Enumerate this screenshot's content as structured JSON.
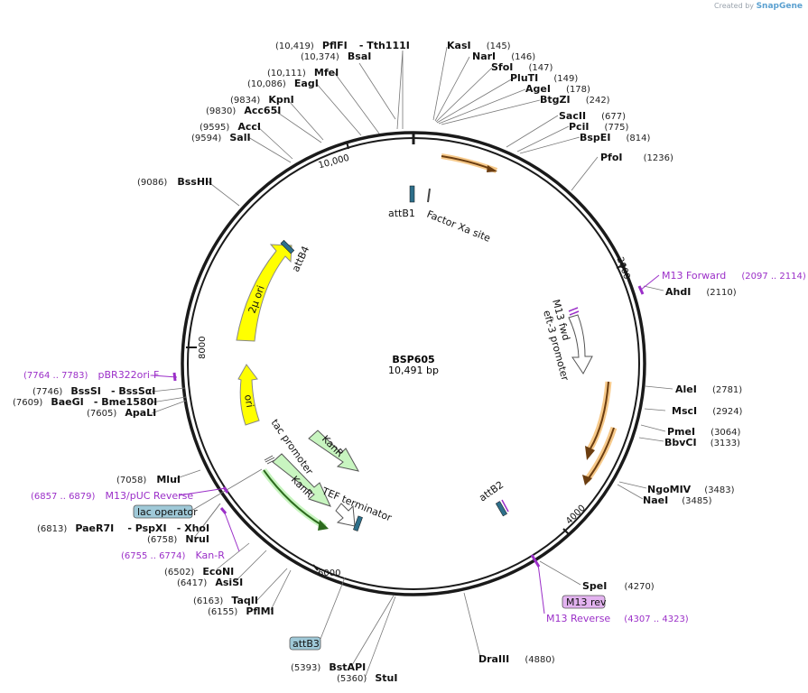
{
  "credit": {
    "prefix": "Created by",
    "brand": "SnapGene"
  },
  "plasmid": {
    "name": "BSP605",
    "size": "10,491 bp"
  },
  "ticks": [
    "2000",
    "4000",
    "6000",
    "8000",
    "10,000"
  ],
  "sites": {
    "pflfi": {
      "pos": "(10,419)",
      "name": "PflFI",
      "extra": "- Tth111I"
    },
    "bsai": {
      "pos": "(10,374)",
      "name": "BsaI"
    },
    "mfei": {
      "pos": "(10,111)",
      "name": "MfeI"
    },
    "eagi": {
      "pos": "(10,086)",
      "name": "EagI"
    },
    "kpni": {
      "pos": "(9834)",
      "name": "KpnI"
    },
    "acc65i": {
      "pos": "(9830)",
      "name": "Acc65I"
    },
    "acci": {
      "pos": "(9595)",
      "name": "AccI"
    },
    "sali": {
      "pos": "(9594)",
      "name": "SalI"
    },
    "bsshii": {
      "pos": "(9086)",
      "name": "BssHII"
    },
    "kasi": {
      "name": "KasI",
      "pos": "(145)"
    },
    "nari": {
      "name": "NarI",
      "pos": "(146)"
    },
    "sfoi": {
      "name": "SfoI",
      "pos": "(147)"
    },
    "pluti": {
      "name": "PluTI",
      "pos": "(149)"
    },
    "agei": {
      "name": "AgeI",
      "pos": "(178)"
    },
    "btgzi": {
      "name": "BtgZI",
      "pos": "(242)"
    },
    "sacii": {
      "name": "SacII",
      "pos": "(677)"
    },
    "pcii": {
      "name": "PciI",
      "pos": "(775)"
    },
    "bspei": {
      "name": "BspEI",
      "pos": "(814)"
    },
    "pfoi": {
      "name": "PfoI",
      "pos": "(1236)"
    },
    "m13fwdprimer": {
      "name": "M13 Forward",
      "pos": "(2097 .. 2114)"
    },
    "ahdi": {
      "name": "AhdI",
      "pos": "(2110)"
    },
    "alei": {
      "name": "AleI",
      "pos": "(2781)"
    },
    "msci": {
      "name": "MscI",
      "pos": "(2924)"
    },
    "pmei": {
      "name": "PmeI",
      "pos": "(3064)"
    },
    "bbvci": {
      "name": "BbvCI",
      "pos": "(3133)"
    },
    "ngomiv": {
      "name": "NgoMIV",
      "pos": "(3483)"
    },
    "naei": {
      "name": "NaeI",
      "pos": "(3485)"
    },
    "spei": {
      "name": "SpeI",
      "pos": "(4270)"
    },
    "m13rev_box": {
      "name": "M13 rev"
    },
    "m13reverse": {
      "name": "M13 Reverse",
      "pos": "(4307 .. 4323)"
    },
    "draiii": {
      "name": "DraIII",
      "pos": "(4880)"
    },
    "bstapi": {
      "pos": "(5393)",
      "name": "BstAPI"
    },
    "stui": {
      "pos": "(5360)",
      "name": "StuI"
    },
    "pbr322ori": {
      "pos": "(7764 .. 7783)",
      "name": "pBR322ori-F"
    },
    "bsssi": {
      "pos": "(7746)",
      "name": "BssSI",
      "extra": "- BssSαI"
    },
    "baegi": {
      "pos": "(7609)",
      "name": "BaeGI",
      "extra": "- Bme1580I"
    },
    "apali": {
      "pos": "(7605)",
      "name": "ApaLI"
    },
    "mlui": {
      "pos": "(7058)",
      "name": "MluI"
    },
    "m13puc": {
      "pos": "(6857 .. 6879)",
      "name": "M13/pUC Reverse"
    },
    "lacop": {
      "name": "lac operator"
    },
    "paer7i": {
      "pos": "(6813)",
      "name": "PaeR7I",
      "extra1": "- PspXI",
      "extra2": "- XhoI"
    },
    "nrui": {
      "pos": "(6758)",
      "name": "NruI"
    },
    "kanr_primer": {
      "pos": "(6755 .. 6774)",
      "name": "Kan-R"
    },
    "econi": {
      "pos": "(6502)",
      "name": "EcoNI"
    },
    "asisi": {
      "pos": "(6417)",
      "name": "AsiSI"
    },
    "taqii": {
      "pos": "(6163)",
      "name": "TaqII"
    },
    "pflmi": {
      "pos": "(6155)",
      "name": "PflMI"
    },
    "attb3": {
      "name": "attB3"
    }
  },
  "features": {
    "attb1": "attB1",
    "factorxa": "Factor Xa site",
    "m13fwd": "M13 fwd",
    "eft3": "eft-3 promoter",
    "attb2": "attB2",
    "attb4": "attB4",
    "twomu": "2µ ori",
    "ori": "ori",
    "tac": "tac promoter",
    "kanr1": "KanR",
    "kanr2": "KanR",
    "tef": "TEF terminator"
  },
  "colors": {
    "backbone": "#1a1a1a",
    "primer": "#9b2fc8",
    "yellow_feature": "#ffff00",
    "kanr_fill": "#c8f5c0",
    "orange_glow": "#f6c98a",
    "box_blue": "#9fc9d8",
    "box_purple": "#e3b3f0"
  }
}
